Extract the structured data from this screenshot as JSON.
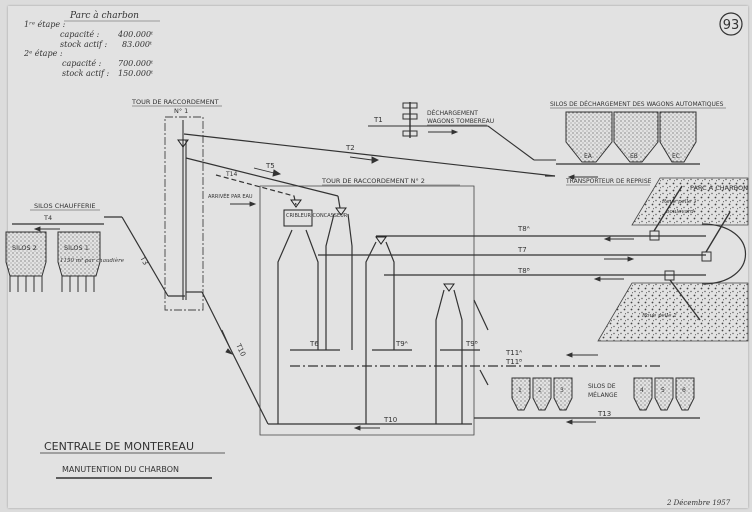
{
  "sheet_number": "93",
  "notes": {
    "title": "Parc à charbon",
    "etape1": {
      "label": "1ʳᵉ étape :",
      "capacite_label": "capacité :",
      "capacite_value": "400.000ᵗ",
      "stock_label": "stock actif :",
      "stock_value": "83.000ᵗ"
    },
    "etape2": {
      "label": "2ᵉ étape :",
      "capacite_label": "capacité :",
      "capacite_value": "700.000ᵗ",
      "stock_label": "stock actif :",
      "stock_value": "150.000ᵗ"
    }
  },
  "labels": {
    "tour1": "TOUR DE RACCORDEMENT",
    "tour1_num": "N° 1",
    "tour2": "TOUR DE RACCORDEMENT N° 2",
    "dechargement": "DÉCHARGEMENT",
    "wagons_tombereau": "WAGONS TOMBEREAU",
    "silos_dechargement": "SILOS DE DÉCHARGEMENT DES WAGONS AUTOMATIQUES",
    "transporteur": "TRANSPORTEUR DE REPRISE",
    "parc": "PARC À CHARBON",
    "roue_pelle_1": "Roue pelle 1",
    "roue_pelle_2": "Roue pelle 2",
    "boulevard": "boulevard",
    "silos_chaufferie": "SILOS CHAUFFERIE",
    "silos_2": "SILOS 2",
    "silos_1": "SILOS 1",
    "capacite_silos": "1150 m³ par chaudière",
    "arrivee": "ARRIVÉE PAR EAU",
    "cribleur": "CRIBLEUR CONCASSEUR",
    "silos_melange_1": "SILOS DE",
    "silos_melange_2": "MÉLANGE",
    "ea": "EA",
    "eb": "EB",
    "ec": "EC",
    "s1": "1",
    "s2": "2",
    "s3": "3",
    "s4": "4",
    "s5": "5",
    "s6": "6"
  },
  "conveyors": {
    "t1": "T1",
    "t2": "T2",
    "t3": "T3",
    "t4": "T4",
    "t5": "T5",
    "t6": "T6",
    "t7": "T7",
    "t8a": "T8ᴬ",
    "t8b": "T8ᴮ",
    "t9a": "T9ᴬ",
    "t9b": "T9ᴮ",
    "t10": "T10",
    "t10b": "T10",
    "t11a": "T11ᴬ",
    "t11b": "T11ᴮ",
    "t13": "T13",
    "t14": "T14"
  },
  "title_block": {
    "title": "CENTRALE DE MONTEREAU",
    "subtitle": "MANUTENTION DU CHARBON"
  },
  "date": "2 Décembre 1957"
}
